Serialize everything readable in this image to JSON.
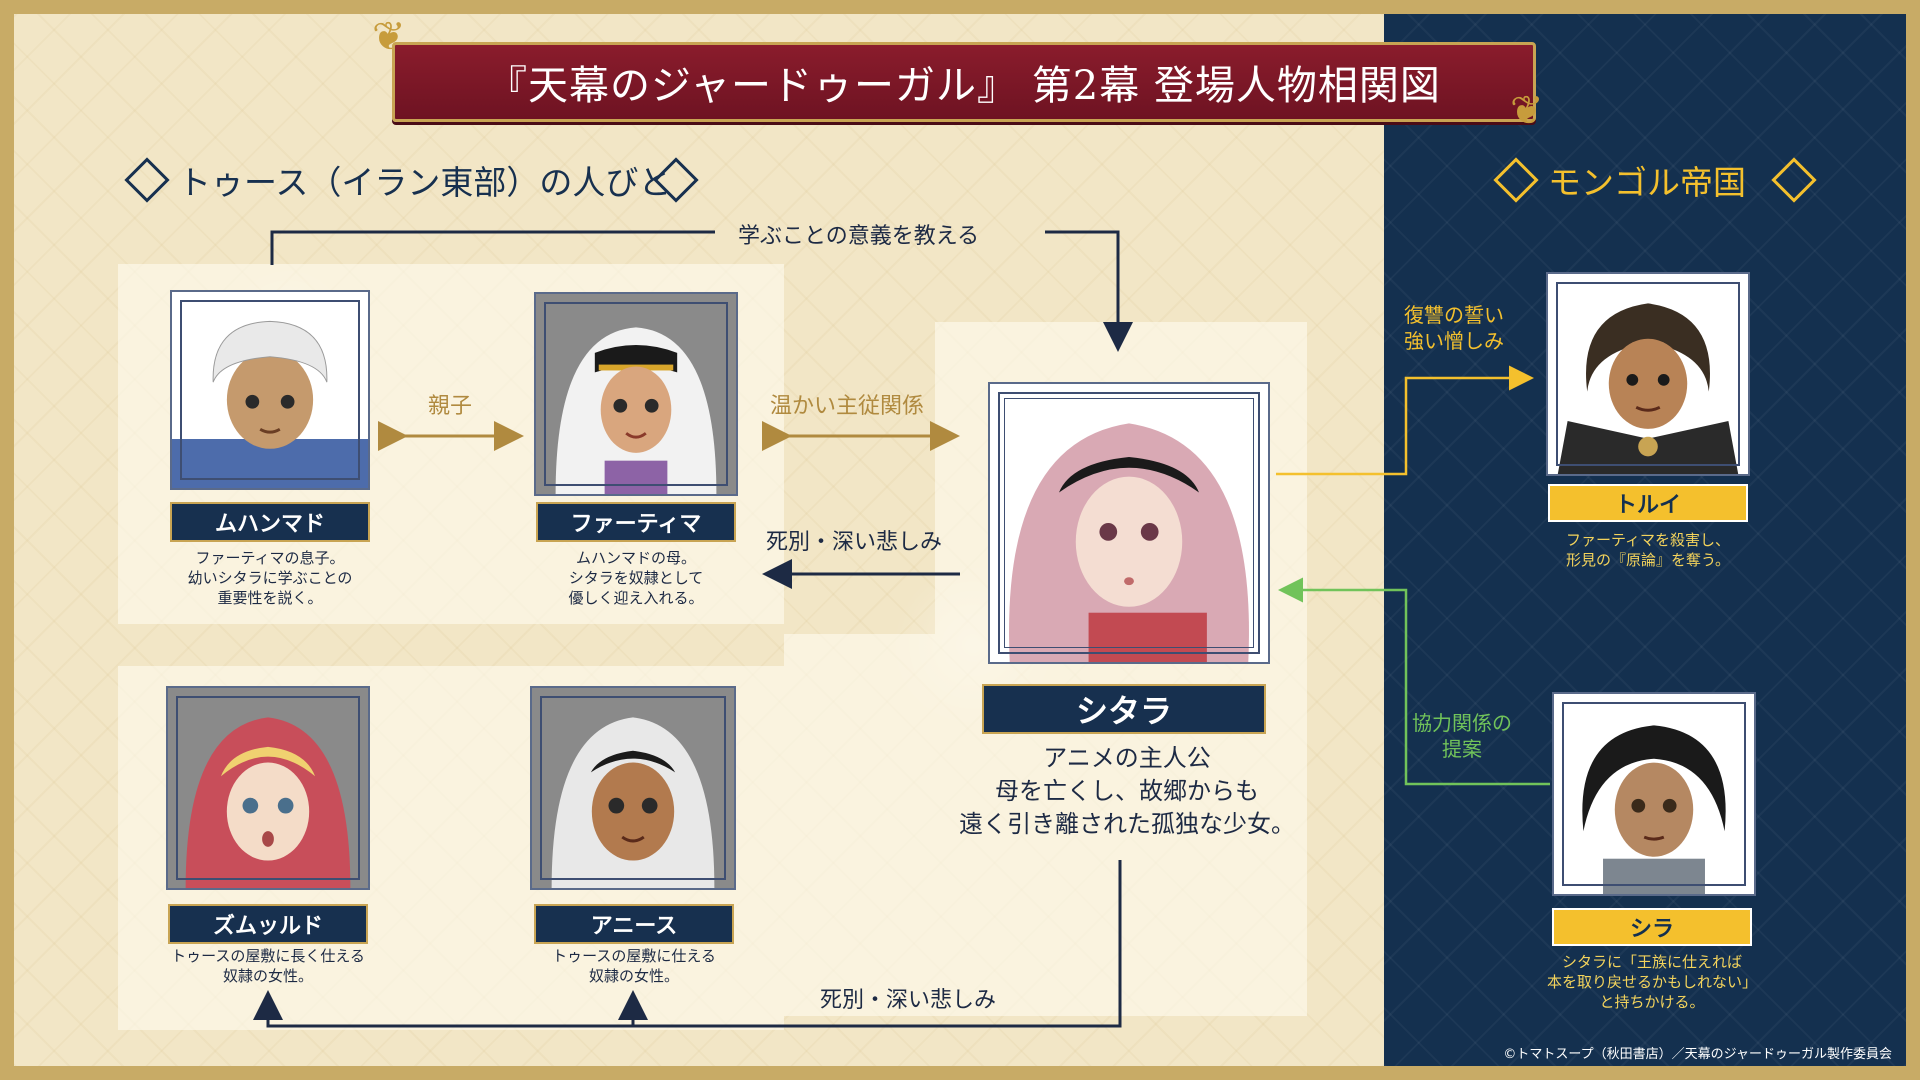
{
  "title": "『天幕のジャードゥーガル』 第2幕 登場人物相関図",
  "sections": {
    "left": "トゥース（イラン東部）の人びと",
    "right": "モンゴル帝国"
  },
  "relations": {
    "teach": "学ぶことの意義を教える",
    "parent_child": "親子",
    "master_servant": "温かい主従関係",
    "death_grief_1": "死別・深い悲しみ",
    "death_grief_2": "死別・深い悲しみ",
    "revenge": "復讐の誓い\n強い憎しみ",
    "cooperation": "協力関係の\n提案"
  },
  "characters": {
    "muhammad": {
      "name": "ムハンマド",
      "desc": "ファーティマの息子。\n幼いシタラに学ぶことの\n重要性を説く。"
    },
    "fatima": {
      "name": "ファーティマ",
      "desc": "ムハンマドの母。\nシタラを奴隷として\n優しく迎え入れる。"
    },
    "sitara": {
      "name": "シタラ",
      "desc": "アニメの主人公\n母を亡くし、故郷からも\n遠く引き離された孤独な少女。"
    },
    "zumurrud": {
      "name": "ズムッルド",
      "desc": "トゥースの屋敷に長く仕える\n奴隷の女性。"
    },
    "anis": {
      "name": "アニース",
      "desc": "トゥースの屋敷に仕える\n奴隷の女性。"
    },
    "tolui": {
      "name": "トルイ",
      "desc": "ファーティマを殺害し、\n形見の『原論』を奪う。"
    },
    "shira": {
      "name": "シラ",
      "desc": "シタラに「王族に仕えれば\n本を取り戻せるかもしれない」\nと持ちかける。"
    }
  },
  "copyright": "©トマトスープ（秋田書店）／天幕のジャードゥーガル製作委員会",
  "colors": {
    "navy": "#14304f",
    "crimson": "#7a1726",
    "gold": "#f4c02d",
    "tan_arrow": "#b08a3f",
    "green_arrow": "#71c35a",
    "cream": "#f2e6c6"
  }
}
